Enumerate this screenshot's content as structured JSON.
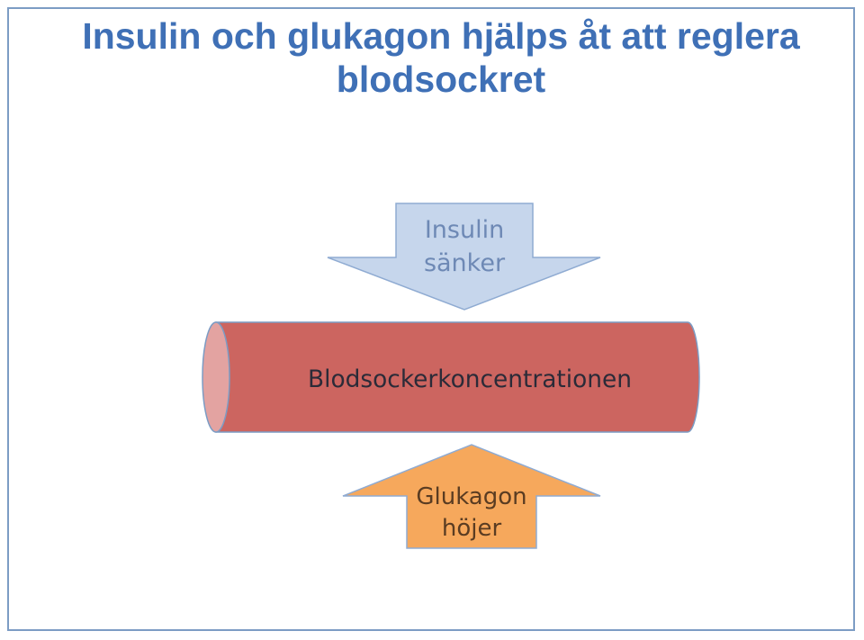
{
  "slide": {
    "title_line1": "Insulin och glukagon hjälps åt att reglera",
    "title_line2": "blodsockret"
  },
  "diagram": {
    "insulin_arrow": {
      "line1": "Insulin",
      "line2": "sänker",
      "fill": "#c6d6ec",
      "stroke": "#8fabd2",
      "text_color": "#6e89b5"
    },
    "cylinder": {
      "label": "Blodsockerkoncentrationen",
      "fill": "#cc6560",
      "end_fill": "#e3a3a1",
      "text_color": "#2b2b38"
    },
    "glucagon_arrow": {
      "line1": "Glukagon",
      "line2": "höjer",
      "fill": "#f6a85c",
      "stroke": "#8fabd2",
      "text_color": "#5a3c22"
    }
  }
}
